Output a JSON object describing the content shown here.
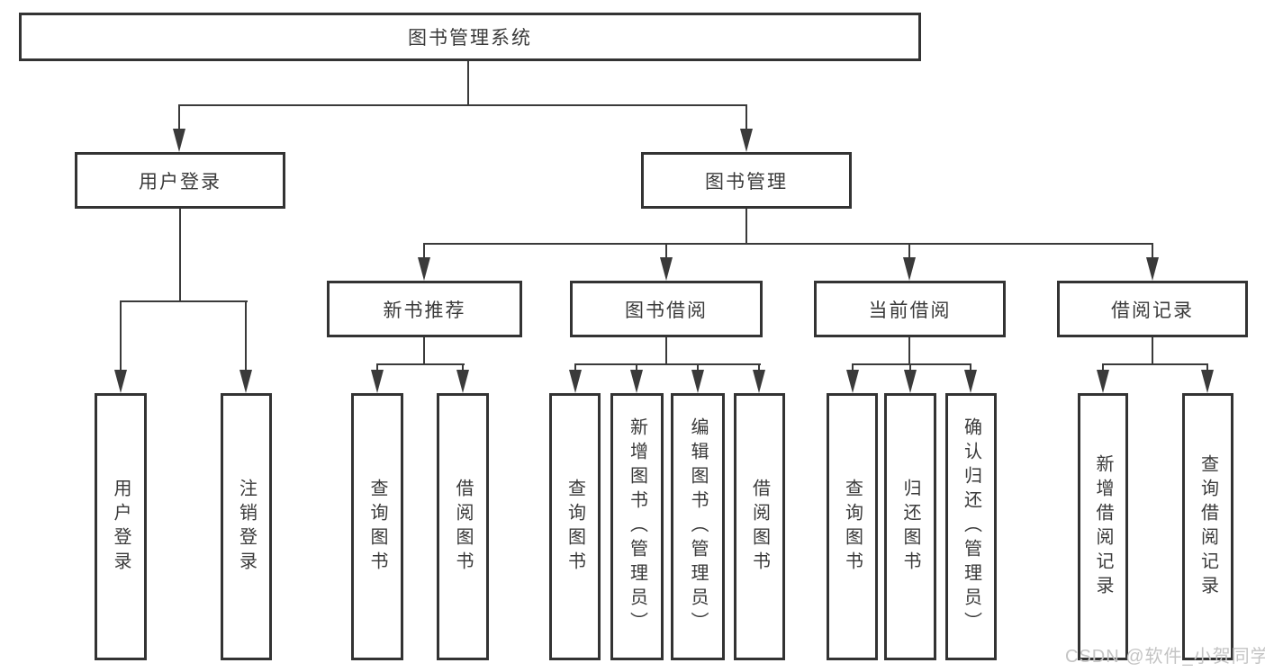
{
  "tree": {
    "root": {
      "label": "图书管理系统"
    },
    "level2": [
      {
        "label": "用户登录"
      },
      {
        "label": "图书管理"
      }
    ],
    "level3": [
      {
        "label": "新书推荐"
      },
      {
        "label": "图书借阅"
      },
      {
        "label": "当前借阅"
      },
      {
        "label": "借阅记录"
      }
    ],
    "leaves": {
      "user_login": [
        "用户登录",
        "注销登录"
      ],
      "new_book_recommend": [
        "查询图书",
        "借阅图书"
      ],
      "book_borrow": [
        "查询图书",
        "新增图书（管理员）",
        "编辑图书（管理员）",
        "借阅图书"
      ],
      "current_borrow": [
        "查询图书",
        "归还图书",
        "确认归还（管理员）"
      ],
      "borrow_records": [
        "新增借阅记录",
        "查询借阅记录"
      ]
    }
  },
  "watermark": {
    "text": "CSDN @软件_小贺同学"
  },
  "colors": {
    "line": "#3a3a3a",
    "box_border": "#333333",
    "text": "#3a3a3a",
    "watermark": "#c4c4c4",
    "background": "#ffffff"
  }
}
